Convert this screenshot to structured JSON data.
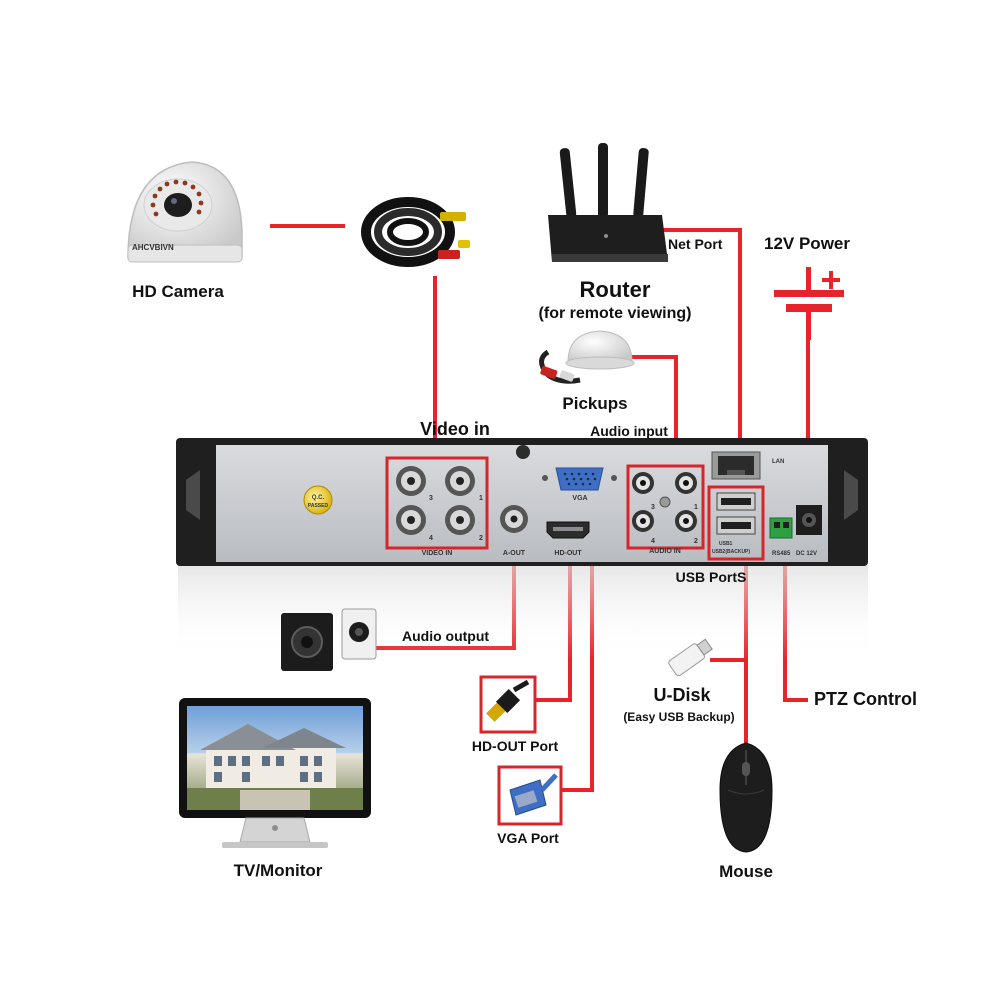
{
  "labels": {
    "hd_camera": "HD Camera",
    "camera_brand": "AHCVBIVN",
    "router": "Router",
    "router_sub": "(for remote viewing)",
    "net_port": "Net Port",
    "power": "12V Power",
    "pickups": "Pickups",
    "video_in": "Video in",
    "audio_input": "Audio input",
    "usb_ports": "USB PortS",
    "audio_output": "Audio output",
    "udisk": "U-Disk",
    "udisk_sub": "(Easy USB Backup)",
    "ptz": "PTZ Control",
    "hd_out_port": "HD-OUT Port",
    "vga_port": "VGA Port",
    "tv_monitor": "TV/Monitor",
    "mouse": "Mouse"
  },
  "panel": {
    "video_in": "VIDEO IN",
    "a_out": "A-OUT",
    "vga": "VGA",
    "hd_out": "HD-OUT",
    "audio_in": "AUDIO IN",
    "lan": "LAN",
    "usb1": "USB1",
    "usb2": "USB2(BACKUP)",
    "rs485": "RS485",
    "dc12v": "DC 12V",
    "qc": "Q.C.",
    "passed": "PASSED",
    "n1": "1",
    "n2": "2",
    "n3": "3",
    "n4": "4"
  },
  "colors": {
    "wire": "#e8232a",
    "panel": "#c9ccd0",
    "chassis": "#1f1f1f",
    "highlight": "#d6262c"
  }
}
